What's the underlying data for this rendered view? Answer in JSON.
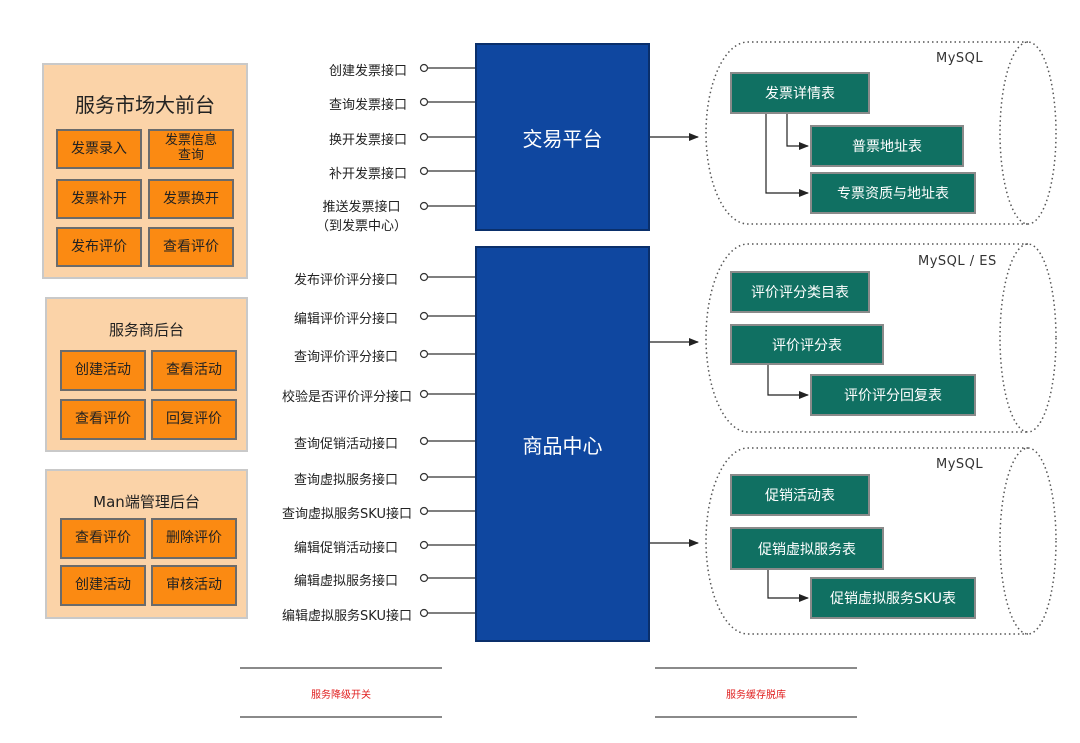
{
  "panels": {
    "front": {
      "title": "服务市场大前台",
      "buttons": [
        "发票录入",
        "发票信息\n查询",
        "发票补开",
        "发票换开",
        "发布评价",
        "查看评价"
      ]
    },
    "merchant": {
      "title": "服务商后台",
      "buttons": [
        "创建活动",
        "查看活动",
        "查看评价",
        "回复评价"
      ]
    },
    "man": {
      "title": "Man端管理后台",
      "buttons": [
        "查看评价",
        "删除评价",
        "创建活动",
        "审核活动"
      ]
    }
  },
  "services": {
    "trade": {
      "name": "交易平台",
      "apis": [
        "创建发票接口",
        "查询发票接口",
        "换开发票接口",
        "补开发票接口",
        "推送发票接口\n（到发票中心）"
      ]
    },
    "goods": {
      "name": "商品中心",
      "apis": [
        "发布评价评分接口",
        "编辑评价评分接口",
        "查询评价评分接口",
        "校验是否评价评分接口",
        "查询促销活动接口",
        "查询虚拟服务接口",
        "查询虚拟服务SKU接口",
        "编辑促销活动接口",
        "编辑虚拟服务接口",
        "编辑虚拟服务SKU接口"
      ]
    }
  },
  "databases": [
    {
      "label": "MySQL",
      "tables": [
        "发票详情表",
        "普票地址表",
        "专票资质与地址表"
      ]
    },
    {
      "label": "MySQL / ES",
      "tables": [
        "评价评分类目表",
        "评价评分表",
        "评价评分回复表"
      ]
    },
    {
      "label": "MySQL",
      "tables": [
        "促销活动表",
        "促销虚拟服务表",
        "促销虚拟服务SKU表"
      ]
    }
  ],
  "notes": [
    "服务降级开关",
    "服务缓存脱库"
  ],
  "colors": {
    "panel_bg": "#fbd3a8",
    "button_bg": "#fb8a12",
    "service_bg": "#0f47a0",
    "table_bg": "#107062",
    "note_text": "#e02020"
  }
}
